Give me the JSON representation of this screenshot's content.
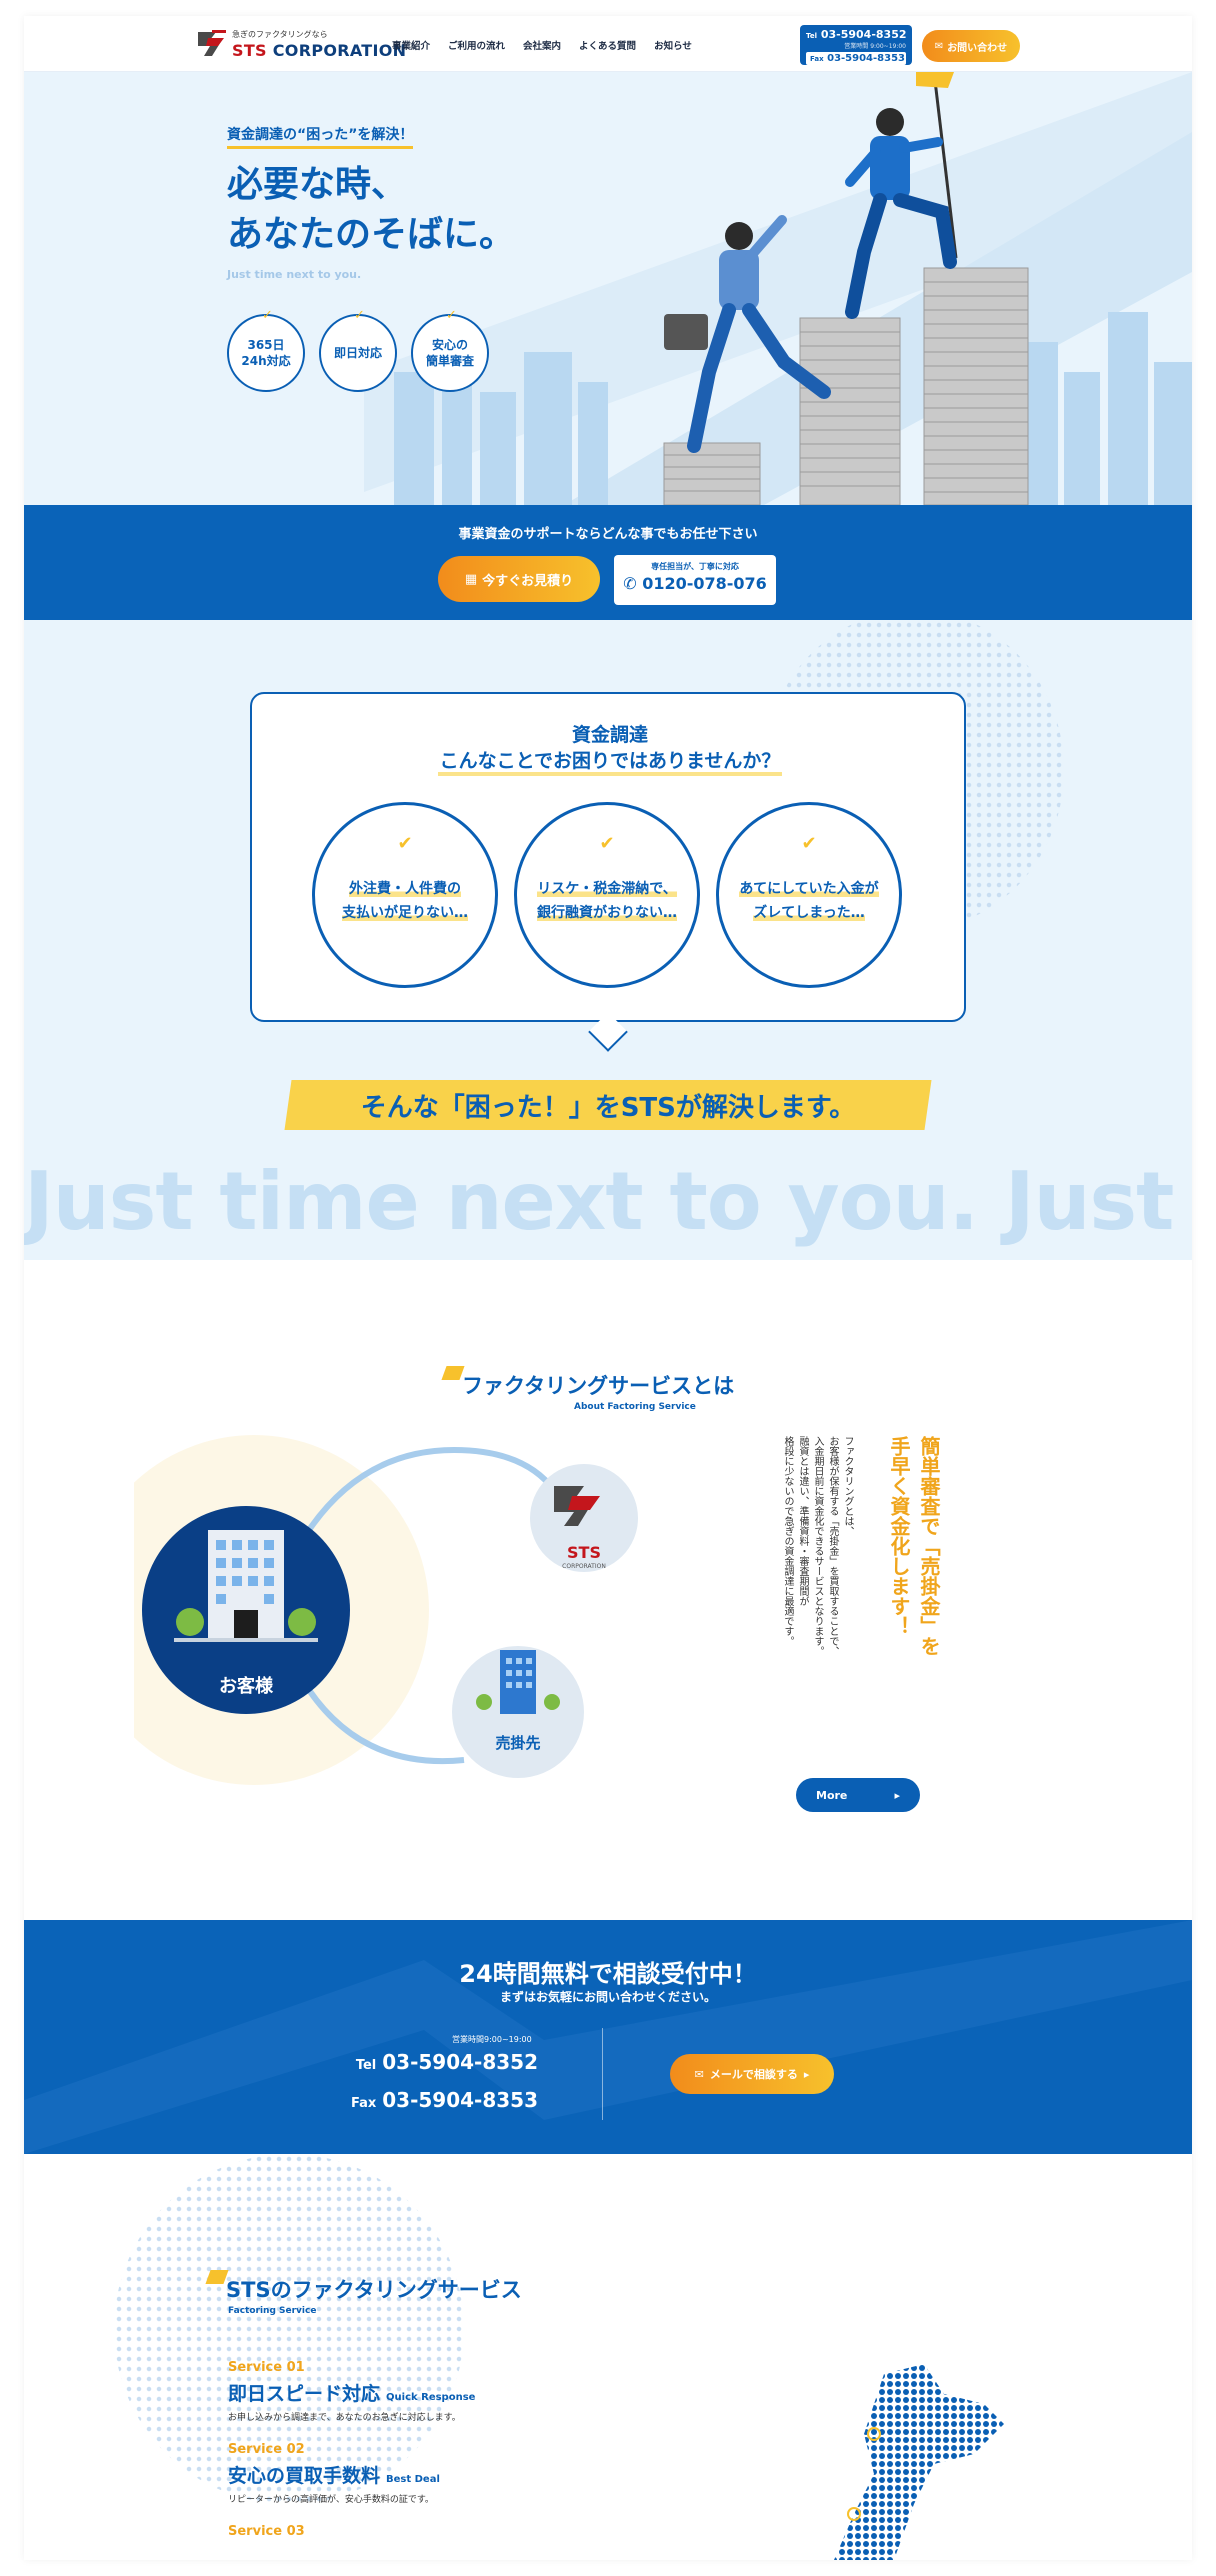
{
  "header": {
    "logo_tagline": "急ぎのファクタリングなら",
    "logo_sts": "STS",
    "logo_corp": "CORPORATION",
    "nav": [
      "事業紹介",
      "ご利用の流れ",
      "会社案内",
      "よくある質問",
      "お知らせ"
    ],
    "tel_prefix": "Tel",
    "tel": "03-5904-8352",
    "hours": "営業時間 9:00~19:00",
    "fax_prefix": "Fax",
    "fax": "03-5904-8353",
    "contact_label": "お問い合わせ"
  },
  "hero": {
    "lead": "資金調達の“困った”を解決！",
    "title_line1": "必要な時、",
    "title_line2": "あなたのそばに。",
    "subtitle": "Just time next to you.",
    "badges": [
      {
        "line1": "365日",
        "line2": "24h対応"
      },
      {
        "line1": "即日対応",
        "line2": ""
      },
      {
        "line1": "安心の",
        "line2": "簡単審査"
      }
    ]
  },
  "cta_band": {
    "message": "事業資金のサポートならどんな事でもお任せ下さい",
    "quote_label": "今すぐお見積り",
    "tel_note": "専任担当が、丁寧に対応",
    "tel_number": "0120-078-076"
  },
  "problems": {
    "title_line1": "資金調達",
    "title_line2": "こんなことでお困りではありませんか？",
    "items": [
      {
        "line1": "外注費・人件費の",
        "line2": "支払いが足りない…"
      },
      {
        "line1": "リスケ・税金滞納で、",
        "line2": "銀行融資がおりない…"
      },
      {
        "line1": "あてにしていた入金が",
        "line2": "ズレてしまった…"
      }
    ],
    "solve": "そんな「困った！」をSTSが解決します。",
    "marquee": "Just time next to you. Just time next to you."
  },
  "about": {
    "title": "ファクタリングサービスとは",
    "subtitle_en": "About Factoring Service",
    "customer_label": "お客様",
    "receivable_label": "売掛先",
    "sts_label": "STS",
    "sts_sub": "CORPORATION",
    "headline_line1": "簡単審査で「売掛金」を",
    "headline_line2": "手早く資金化します！",
    "body_lines": [
      "ファクタリングとは、",
      "お客様が保有する「売掛金」を買取することで、",
      "入金期日前に資金化できるサービスとなります。",
      "融資とは違い、準備資料・審査期間が",
      "格段に少ないので急ぎの資金調達に最適です。"
    ],
    "more_label": "More",
    "more_arrow": "▸"
  },
  "consult": {
    "title": "24時間無料で相談受付中！",
    "subtitle": "まずはお気軽にお問い合わせください。",
    "hours": "営業時間9:00~19:00",
    "tel_prefix": "Tel",
    "tel": "03-5904-8352",
    "fax_prefix": "Fax",
    "fax": "03-5904-8353",
    "mail_label": "メールで相談する",
    "mail_arrow": "▸"
  },
  "services": {
    "title": "STSのファクタリングサービス",
    "subtitle_en": "Factoring Service",
    "items": [
      {
        "num": "Service 01",
        "name": "即日スピード対応",
        "name_en": "Quick Response",
        "desc": "お申し込みから調達まで、あなたのお急ぎに対応します。"
      },
      {
        "num": "Service 02",
        "name": "安心の買取手数料",
        "name_en": "Best Deal",
        "desc": "リピーターからの高評価が、安心手数料の証です。"
      },
      {
        "num": "Service 03",
        "name": "",
        "name_en": "",
        "desc": ""
      }
    ]
  },
  "colors": {
    "primary": "#0a5fb4",
    "accent_orange": "#f28c1b",
    "accent_yellow": "#f7c12c",
    "light_bg": "#e9f4fc",
    "brand_red": "#c4161c"
  }
}
